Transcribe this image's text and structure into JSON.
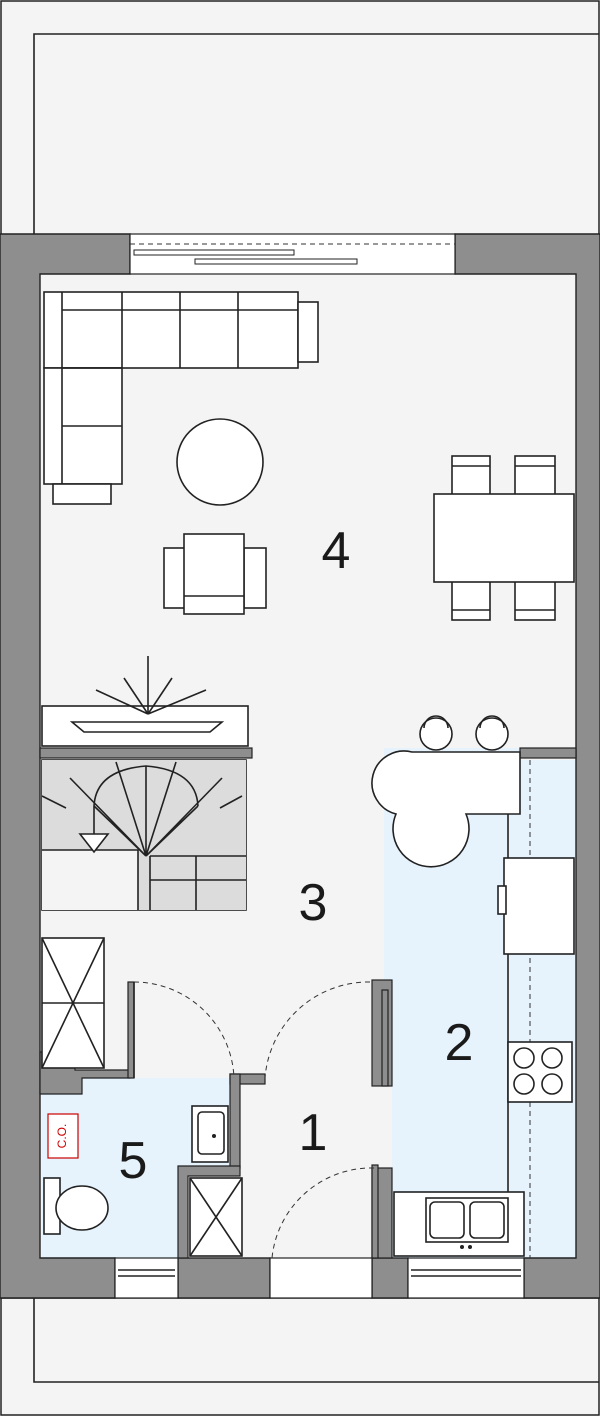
{
  "colors": {
    "wall": "#8e8e8e",
    "floor": "#f4f4f4",
    "wet_area": "#e6f3fc",
    "stair": "#dcdcdc",
    "outline": "#222222",
    "co_marker": "#cc0000"
  },
  "rooms": [
    {
      "id": "1",
      "label": "1"
    },
    {
      "id": "2",
      "label": "2"
    },
    {
      "id": "3",
      "label": "3"
    },
    {
      "id": "4",
      "label": "4"
    },
    {
      "id": "5",
      "label": "5"
    }
  ],
  "markers": {
    "co_label": "C.O."
  }
}
